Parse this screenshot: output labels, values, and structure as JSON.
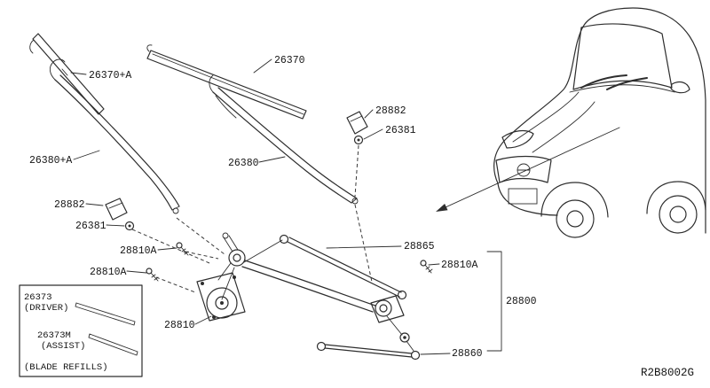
{
  "diagram": {
    "drawing_code": "R2B8002G",
    "callouts": {
      "blade_assist": "26370+A",
      "blade_driver": "26370",
      "pivot_cap_right": "28882",
      "pivot_nut_right": "26381",
      "arm_assist": "26380+A",
      "arm_driver": "26380",
      "pivot_cap_left": "28882",
      "pivot_nut_left": "26381",
      "bolt_upper": "28810A",
      "bolt_lower": "28810A",
      "bolt_right": "28810A",
      "connecting_rod_upper": "28865",
      "linkage_assembly": "28800",
      "wiper_motor": "28810",
      "link_rod_lower": "28860"
    },
    "refill_box": {
      "driver_part": "26373",
      "driver_note": "(DRIVER)",
      "assist_part": "26373M",
      "assist_note": "(ASSIST)",
      "caption": "(BLADE REFILLS)"
    }
  }
}
